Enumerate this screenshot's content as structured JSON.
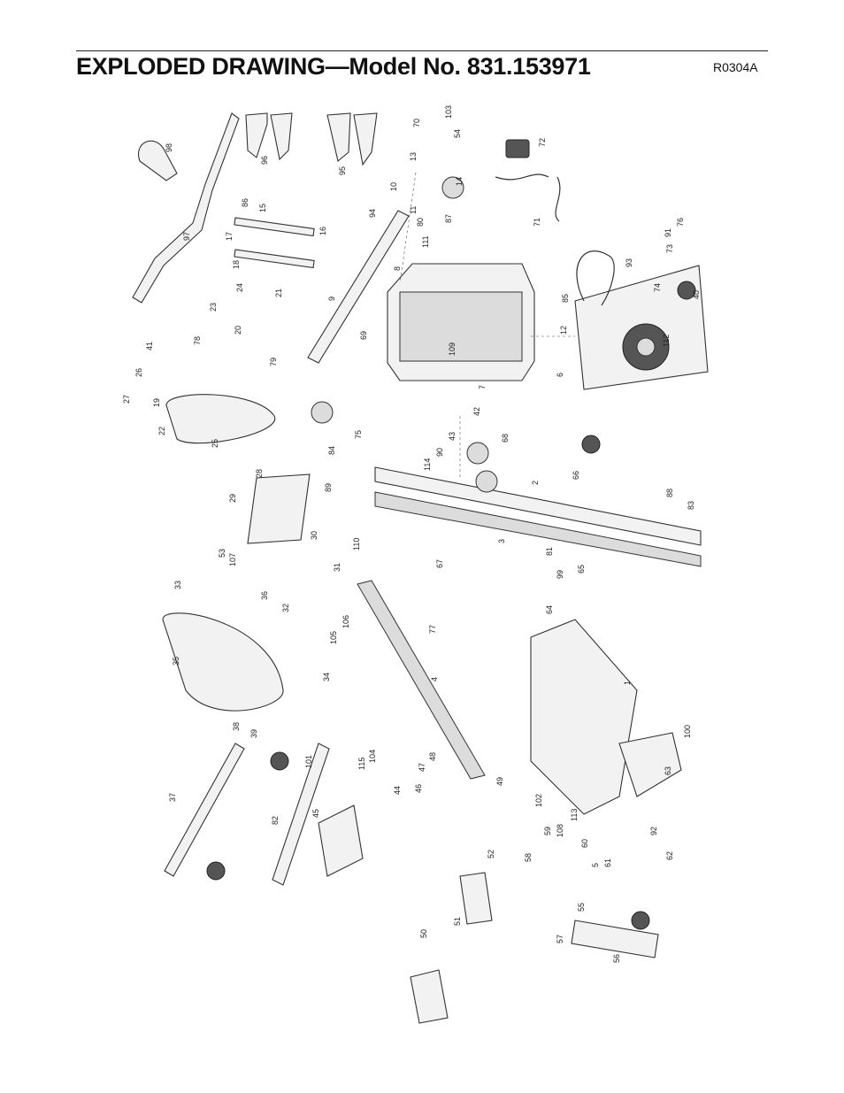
{
  "header": {
    "title": "EXPLODED DRAWING—Model No. 831.153971",
    "code": "R0304A"
  },
  "part_labels": [
    "1",
    "2",
    "3",
    "4",
    "5",
    "6",
    "7",
    "8",
    "9",
    "10",
    "11",
    "12",
    "13",
    "14",
    "15",
    "16",
    "17",
    "18",
    "19",
    "20",
    "21",
    "22",
    "23",
    "24",
    "25",
    "26",
    "27",
    "28",
    "29",
    "30",
    "31",
    "32",
    "33",
    "34",
    "35",
    "36",
    "37",
    "38",
    "39",
    "40",
    "41",
    "42",
    "43",
    "44",
    "45",
    "46",
    "47",
    "48",
    "49",
    "50",
    "51",
    "52",
    "53",
    "54",
    "55",
    "56",
    "57",
    "58",
    "59",
    "60",
    "61",
    "62",
    "63",
    "64",
    "65",
    "66",
    "67",
    "68",
    "69",
    "70",
    "71",
    "72",
    "73",
    "74",
    "75",
    "76",
    "77",
    "78",
    "79",
    "80",
    "81",
    "82",
    "83",
    "84",
    "85",
    "86",
    "87",
    "88",
    "89",
    "90",
    "91",
    "92",
    "93",
    "94",
    "95",
    "96",
    "97",
    "98",
    "99",
    "100",
    "101",
    "102",
    "103",
    "104",
    "105",
    "106",
    "107",
    "108",
    "109",
    "110",
    "111",
    "112",
    "113",
    "114",
    "115"
  ]
}
